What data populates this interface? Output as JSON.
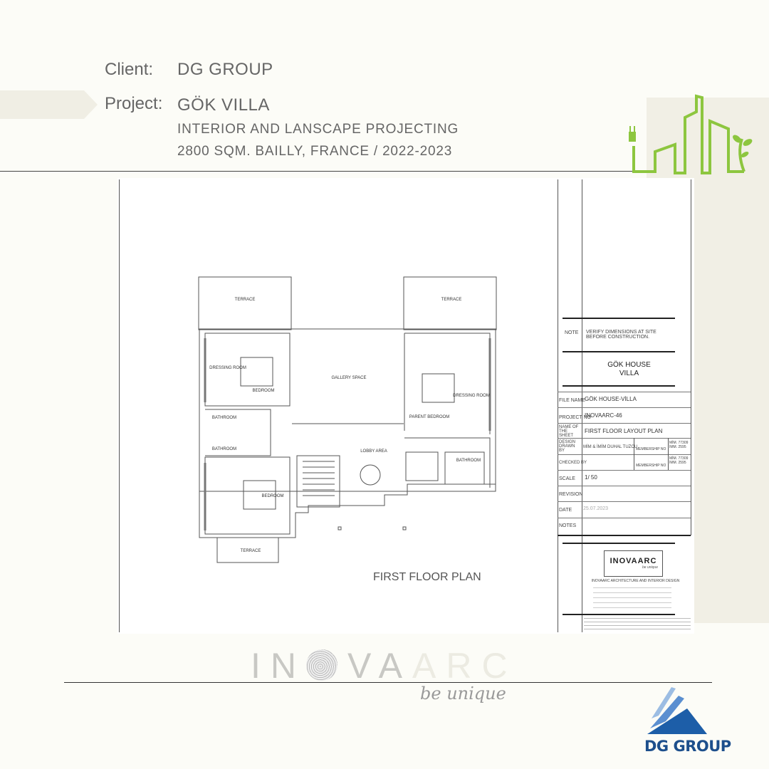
{
  "header": {
    "client_label": "Client:",
    "client_value": "DG GROUP",
    "project_label": "Project:",
    "project_value": "GÖK VILLA",
    "line1": "INTERIOR AND LANSCAPE PROJECTING",
    "line2": "2800 SQM. BAILLY, FRANCE / 2022-2023"
  },
  "plan": {
    "title": "FIRST FLOOR PLAN",
    "rooms": {
      "terrace_left": "TERRACE",
      "terrace_right": "TERRACE",
      "terrace_bottom": "TERRACE",
      "gallery": "GALLERY SPACE",
      "parent_bedroom": "PARENT BEDROOM",
      "dressing": "DRESSING ROOM",
      "lobby": "LOBBY AREA",
      "bedroom1": "BEDROOM",
      "bedroom2": "BEDROOM",
      "bath1": "BATHROOM",
      "bath2": "BATHROOM",
      "bath3": "BATHROOM"
    }
  },
  "title_block": {
    "note_label": "NOTE",
    "note": "VERIFY DIMENSIONS AT SITE BEFORE CONSTRUCTION.",
    "project_name_1": "GÖK HOUSE",
    "project_name_2": "VILLA",
    "file_name_label": "FILE NAME",
    "file_name": "GÖK HOUSE-VİLLA",
    "project_no_label": "PROJECT NO",
    "project_no": "INOVAARC-46",
    "sheet_label": "NAME OF THE SHEET",
    "sheet": "FIRST FLOOR LAYOUT PLAN",
    "drawn_label": "DESIGN DRAWN BY",
    "drawn": "MİM & İMİM DUHAL TUZCU",
    "member_label": "MEMBERSHIP NO",
    "member_no": "MİM. 77309 İMM. 2595",
    "checked_label": "CHECKED BY",
    "member_label2": "MEMBERSHIP NO",
    "member_no2": "MİM. 77309 İMM. 2595",
    "scale_label": "SCALE",
    "scale": "1/ 50",
    "revision_label": "REVISION",
    "date_label": "DATE",
    "date": "25.07.2023",
    "notes_label": "NOTES",
    "firm_logo": "INOVAARC",
    "firm_tagline": "be unique",
    "firm_line": "INOVAARC ARCHITECTURE AND INTERIOR DESIGN"
  },
  "footer": {
    "logo_a": "IN",
    "logo_b": "VA",
    "logo_c": "ARC",
    "tagline": "be unique",
    "dg_logo": "DG GROUP"
  },
  "colors": {
    "green": "#8dc63f",
    "beige": "#f1efe5",
    "dg_blue": "#1d4f8c"
  }
}
